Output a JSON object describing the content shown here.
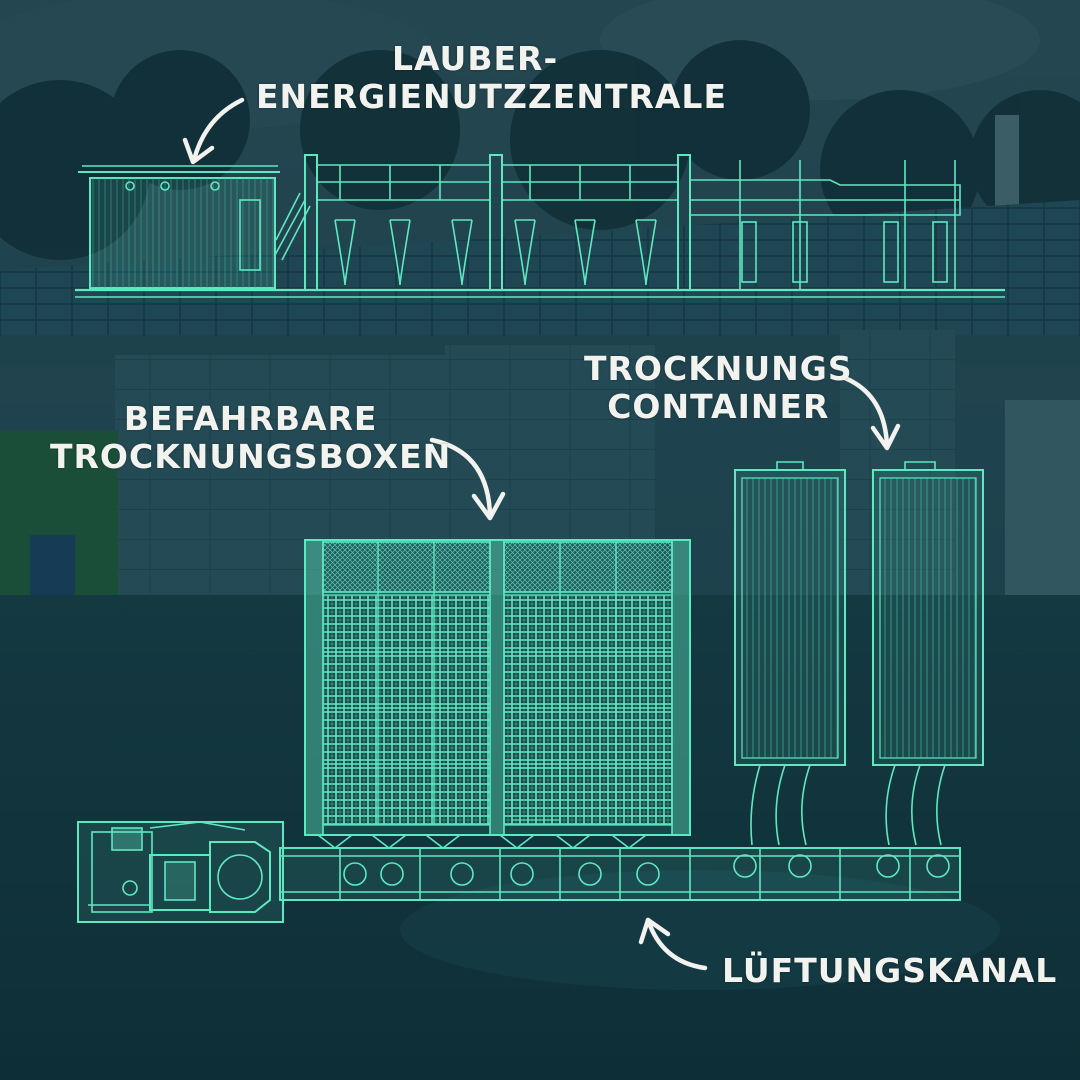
{
  "labels": {
    "zentrale": {
      "line1": "LAUBER-",
      "line2": "ENERGIENUTZZENTRALE"
    },
    "boxen": {
      "line1": "BEFAHRBARE",
      "line2": "TROCKNUNGSBOXEN"
    },
    "container": {
      "line1": "TROCKNUNGS",
      "line2": "CONTAINER"
    },
    "kanal": {
      "line1": "LÜFTUNGSKANAL"
    }
  },
  "colors": {
    "blueprint": "#5fe8c0",
    "blueprint_dim": "#3fb59a",
    "overlay": "#123a44",
    "label_text": "#f2f2ee"
  }
}
